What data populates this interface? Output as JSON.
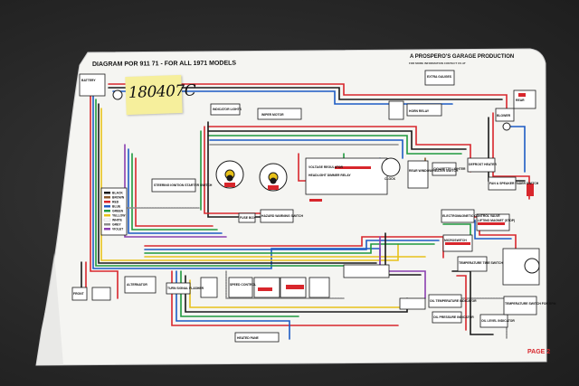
{
  "diagram": {
    "title": "DIAGRAM POR 911 71  -  FOR ALL 1971 MODELS",
    "producer": "A PROSPERO'S GARAGE PRODUCTION",
    "producer_sub": "FOR MORE INFORMATION CONTACT US AT",
    "handwritten_note": "180407C",
    "page_label": "PAGE 2"
  },
  "components": {
    "ignition": "STEERING IGNITION STARTER SWITCH",
    "hazard": "HAZARD WARNING SWITCH",
    "alternator": "ALTERNATOR",
    "horn_relay": "HORN RELAY",
    "clock": "CLOCK",
    "wiper": "WIPER MOTOR",
    "rear_heater": "REAR WINDOW HEATER SWITCH",
    "cigarette": "CIGARETTE LIGHTER",
    "defrost": "DEFROST HEATER",
    "fan": "FAN & SPEAKER FADER SWITCH",
    "electro_valve": "ELECTROMAGNETIC CONTROL VALVE",
    "lifting_magnet": "LIFTING MAGNET (STOP)",
    "micro_switch": "MICROSWITCH",
    "temp_time": "TEMPERATURE TIME SWITCH",
    "oil_temp": "OIL TEMPERATURE INDICATOR",
    "oil_pressure": "OIL PRESSURE INDICATOR",
    "oil_level": "OIL LEVEL INDICATOR",
    "temp_switch": "TEMPERATURE SWITCH FOR RPM",
    "heated_pane": "HEATED PANE",
    "speed_control": "SPEED CONTROL",
    "headlight": "HEADLIGHT DIMMER RELAY",
    "turn_signal": "TURN SIGNAL FLASHER",
    "voltage": "VOLTAGE REGULATOR",
    "indicator_lights": "INDICATOR LIGHTS",
    "battery": "BATTERY",
    "front": "FRONT",
    "rear": "REAR",
    "blower": "BLOWER",
    "fuse_box": "FUSE BOX",
    "extra_gauges": "EXTRA GAUGES"
  },
  "legend": [
    "BLACK",
    "BROWN",
    "RED",
    "BLUE",
    "GREEN",
    "YELLOW",
    "WHITE",
    "GREY",
    "VIOLET"
  ],
  "colors": {
    "red": "#d8262c",
    "blue": "#1d5bc4",
    "green": "#1f9a3e",
    "black": "#1a1a1a",
    "yellow": "#e8c21a",
    "brown": "#8a5a2b",
    "grey": "#8c8c8c",
    "violet": "#8a3fb0",
    "white": "#ffffff",
    "paper": "#f7f7f5"
  }
}
